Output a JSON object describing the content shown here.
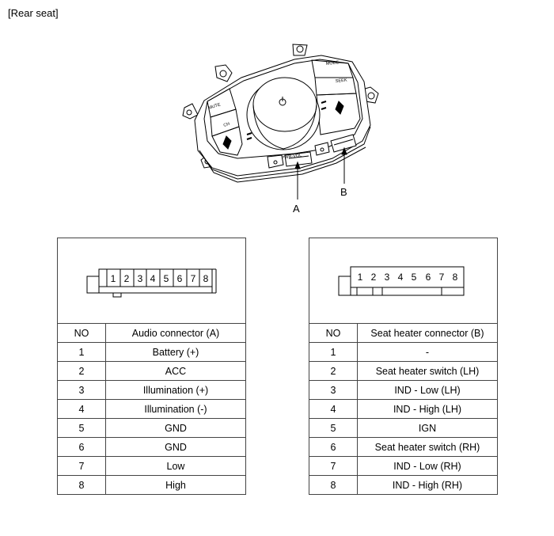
{
  "caption": "[Rear seat]",
  "device": {
    "buttons": {
      "mute": "MUTE",
      "mode": "MODE",
      "ch": "CH",
      "seek": "SEEK",
      "pwr_vol": "PWR-VOL"
    },
    "callouts": {
      "a": "A",
      "b": "B"
    }
  },
  "connector_a": {
    "header": {
      "no": "NO",
      "name": "Audio connector (A)"
    },
    "pin_labels": [
      "1",
      "2",
      "3",
      "4",
      "5",
      "6",
      "7",
      "8"
    ],
    "rows": [
      {
        "no": "1",
        "name": "Battery (+)"
      },
      {
        "no": "2",
        "name": "ACC"
      },
      {
        "no": "3",
        "name": "Illumination (+)"
      },
      {
        "no": "4",
        "name": "Illumination (-)"
      },
      {
        "no": "5",
        "name": "GND"
      },
      {
        "no": "6",
        "name": "GND"
      },
      {
        "no": "7",
        "name": "Low"
      },
      {
        "no": "8",
        "name": "High"
      }
    ]
  },
  "connector_b": {
    "header": {
      "no": "NO",
      "name": "Seat heater connector (B)"
    },
    "pin_labels": [
      "1",
      "2",
      "3",
      "4",
      "5",
      "6",
      "7",
      "8"
    ],
    "rows": [
      {
        "no": "1",
        "name": "-"
      },
      {
        "no": "2",
        "name": "Seat heater switch (LH)"
      },
      {
        "no": "3",
        "name": "IND - Low (LH)"
      },
      {
        "no": "4",
        "name": "IND - High (LH)"
      },
      {
        "no": "5",
        "name": "IGN"
      },
      {
        "no": "6",
        "name": "Seat heater switch (RH)"
      },
      {
        "no": "7",
        "name": "IND - Low (RH)"
      },
      {
        "no": "8",
        "name": "IND - High (RH)"
      }
    ]
  }
}
